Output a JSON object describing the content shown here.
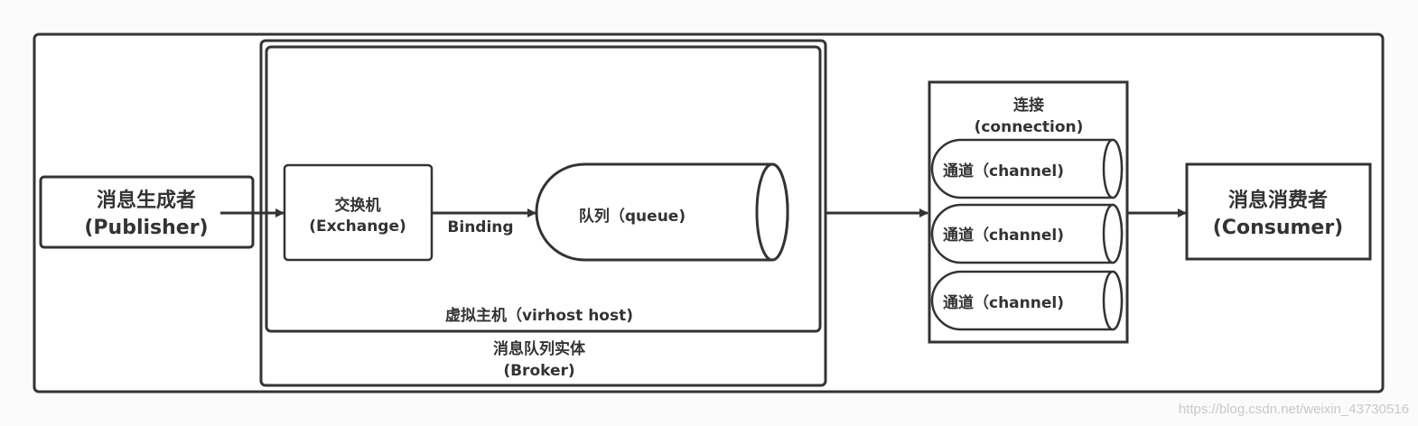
{
  "publisher": {
    "line1": "消息生成者",
    "line2": "(Publisher)"
  },
  "broker": {
    "line1": "消息队列实体",
    "line2": "(Broker)"
  },
  "vhost": {
    "label": "虚拟主机（virhost host)"
  },
  "exchange": {
    "line1": "交换机",
    "line2": "(Exchange)"
  },
  "binding": {
    "label": "Binding"
  },
  "queue": {
    "label": "队列（queue)"
  },
  "connection": {
    "line1": "连接",
    "line2": "(connection)",
    "channels": [
      "通道（channel)",
      "通道（channel)",
      "通道（channel)"
    ]
  },
  "consumer": {
    "line1": "消息消费者",
    "line2": "(Consumer)"
  },
  "watermark": "https://blog.csdn.net/weixin_43730516",
  "colors": {
    "stroke": "#333333",
    "background": "#fbfbfb",
    "box_fill": "#ffffff",
    "watermark": "#c8c8c8"
  }
}
